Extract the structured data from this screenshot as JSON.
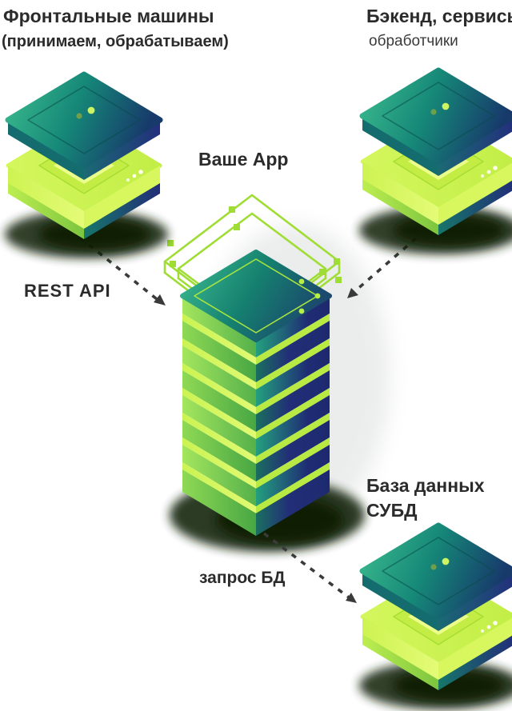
{
  "diagram": {
    "front_servers": {
      "title": "Фронтальные машины",
      "subtitle": "(принимаем, обрабатываем)"
    },
    "backend": {
      "title": "Бэкенд, сервисы",
      "subtitle": "обработчики"
    },
    "app": {
      "label": "Ваше App"
    },
    "database": {
      "title": "База данных",
      "subtitle": "СУБД"
    },
    "connections": {
      "rest_api_label": "REST API",
      "db_query_label": "запрос БД"
    },
    "icons": {
      "front_server_box": "server-box-icon",
      "backend_server_box": "server-box-icon",
      "database_box": "server-box-icon",
      "app_tower": "app-stack-icon",
      "cluster_frame": "cluster-wireframe-icon"
    },
    "colors": {
      "ink": "#2b2b2b",
      "lime": "#caf352",
      "glow": "#d9f868",
      "teal": "#1b8a74",
      "navy": "#20306f",
      "wireframe": "#9fdd35",
      "connector": "#3a3a3a",
      "shadow": "#12260b",
      "background": "#ffffff"
    }
  }
}
